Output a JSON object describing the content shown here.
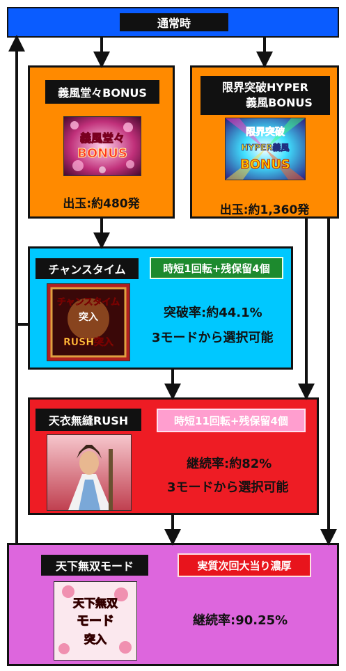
{
  "top": {
    "label": "通常時"
  },
  "bonus_normal": {
    "title": "義風堂々BONUS",
    "payout": "出玉:約480発",
    "image_text": [
      "義風堂々",
      "BONUS"
    ]
  },
  "bonus_hyper": {
    "title_line1": "限界突破HYPER",
    "title_line2": "義風BONUS",
    "payout": "出玉:約1,360発",
    "image_text": [
      "限界突破",
      "HYPER義風",
      "BONUS"
    ]
  },
  "chance_time": {
    "title": "チャンスタイム",
    "badge": "時短1回転+残保留4個",
    "rate": "突破率:約44.1%",
    "mode": "3モードから選択可能",
    "image_text": [
      "チャンスタイム",
      "突入",
      "RUSH突入"
    ]
  },
  "tenne_rush": {
    "title": "天衣無縫RUSH",
    "badge": "時短11回転+残保留4個",
    "rate": "継続率:約82%",
    "mode": "3モードから選択可能"
  },
  "tenka_mode": {
    "title": "天下無双モード",
    "badge": "実質次回大当り濃厚",
    "rate": "継続率:90.25%",
    "image_text": [
      "天下無双",
      "モード",
      "突入"
    ]
  },
  "colors": {
    "top_bar": "#0a5cff",
    "bonus": "#ff8a00",
    "chance": "#00c8ff",
    "rush": "#ee1c24",
    "tenka": "#dd66dd",
    "green_badge": "#1d8a2e",
    "pink_badge": "#ff9ecf",
    "red_badge": "#e8141c"
  }
}
